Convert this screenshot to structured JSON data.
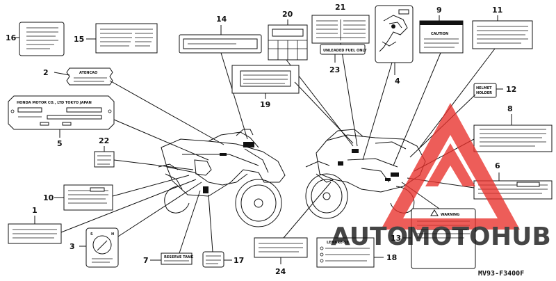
{
  "labels": {
    "l1": "1",
    "l2": "2",
    "l3": "3",
    "l4": "4",
    "l5": "5",
    "l6": "6",
    "l7": "7",
    "l8": "8",
    "l9": "9",
    "l10": "10",
    "l11": "11",
    "l12": "12",
    "l13": "13",
    "l14": "14",
    "l15": "15",
    "l16": "16",
    "l17": "17",
    "l18": "18",
    "l19": "19",
    "l20": "20",
    "l21": "21",
    "l22": "22",
    "l23": "23",
    "l24": "24"
  },
  "decals": {
    "atencao": "ATENCAO",
    "plate_line1": "HONDA MOTOR CO., LTD TOKYO JAPAN",
    "unleaded": "UNLEADED FUEL ONLY",
    "helmet_1": "HELMET",
    "helmet_2": "HOLDER",
    "reserve": "RESERVE TANK",
    "lembrese": "LEMBRE-SE",
    "caution": "CAUTION",
    "warning": "WARNING"
  },
  "diagram_code": "MV93-F3400F",
  "watermark": {
    "brand_left": "AUTO",
    "brand_mid": "MOTO",
    "brand_right": "HUB",
    "color_accent": "#e8302b",
    "color_orange": "#f3a53a",
    "color_dark": "#5a5a5a"
  }
}
